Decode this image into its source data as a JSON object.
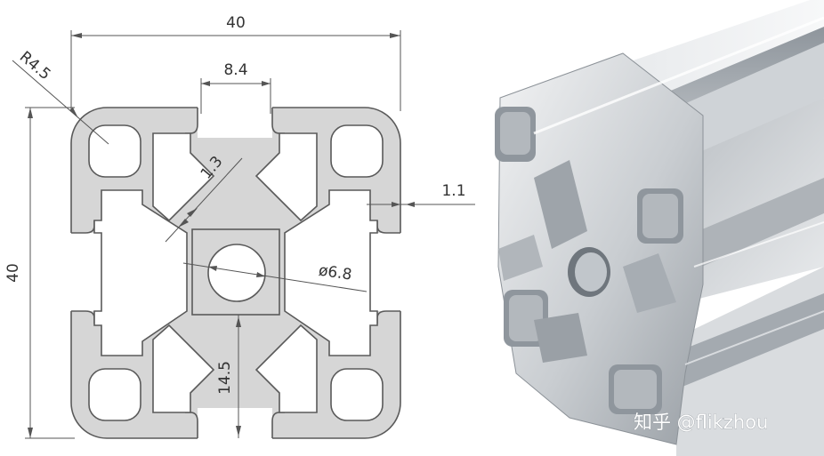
{
  "drawing": {
    "dims": {
      "width": "40",
      "height": "40",
      "slot": "8.4",
      "radius": "R4.5",
      "web": "1.3",
      "wall": "1.1",
      "bore": "ø6.8",
      "core": "14.5"
    },
    "colors": {
      "line": "#555555",
      "fill": "#d6d6d6",
      "text": "#333333"
    }
  },
  "photo": {
    "watermark": "知乎 @flikzhou",
    "colors": {
      "metal_light": "#e6e8ea",
      "metal_mid": "#b9bec3",
      "metal_dark": "#7d848b"
    }
  }
}
